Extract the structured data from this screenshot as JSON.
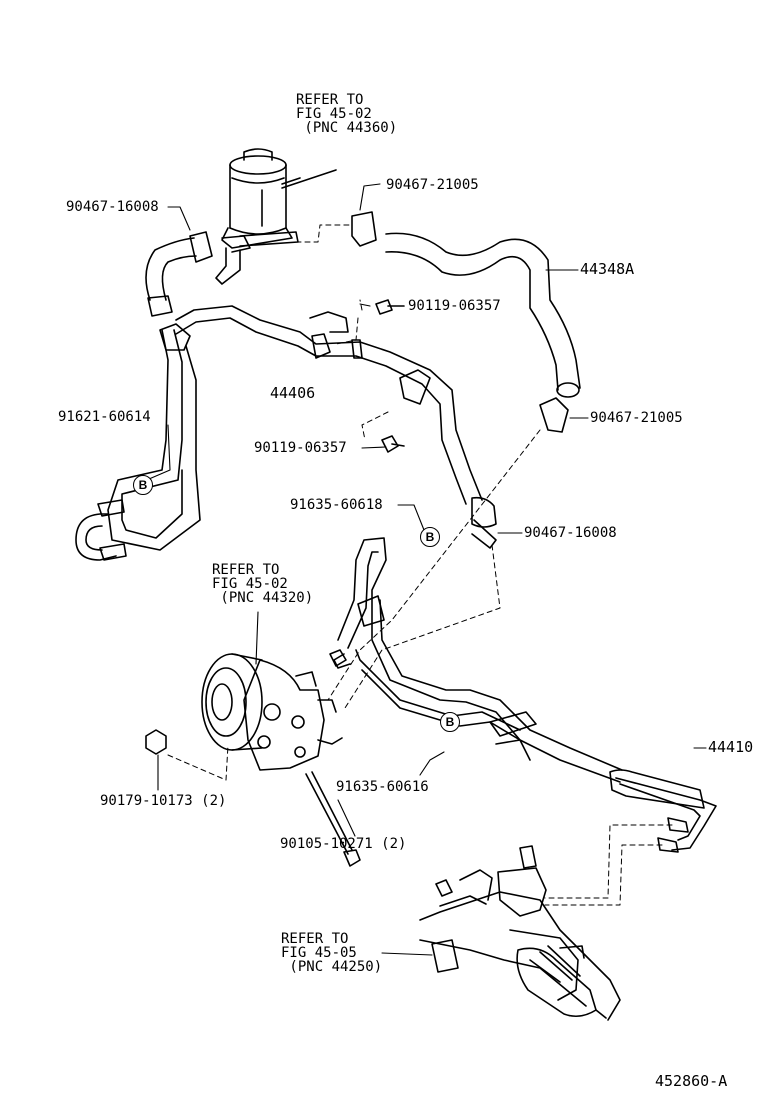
{
  "diagram_code": "452860-A",
  "badge_letter": "B",
  "callouts": {
    "reservoir_refer": [
      "REFER TO",
      "FIG 45-02",
      " (PNC 44360)"
    ],
    "pump_refer": [
      "REFER TO",
      "FIG 45-02",
      " (PNC 44320)"
    ],
    "gear_refer": [
      "REFER TO",
      "FIG 45-05",
      " (PNC 44250)"
    ],
    "clamp_a": "90467-16008",
    "clamp_b": "90467-21005",
    "return_hose": "44348A",
    "bolt_a": "90119-06357",
    "pressure_tube": "44406",
    "clamp_c": "91621-60614",
    "bolt_b": "90119-06357",
    "clamp_d": "90467-21005",
    "clamp_e": "91635-60618",
    "clamp_f": "90467-16008",
    "return_tube": "44410",
    "clamp_g": "91635-60616",
    "nut": "90179-10173 (2)",
    "bolt_c": "90105-10271 (2)"
  }
}
